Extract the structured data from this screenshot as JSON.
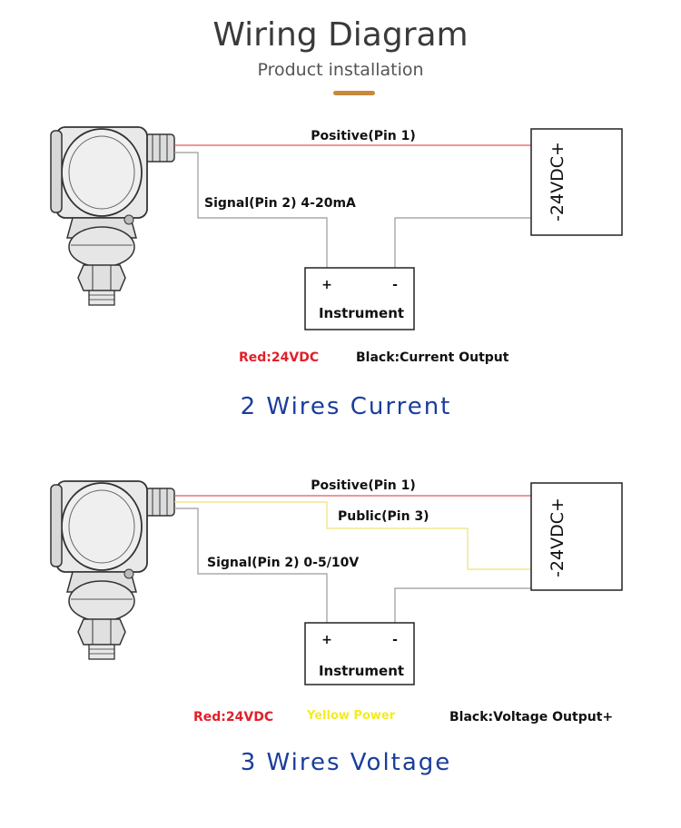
{
  "header": {
    "title": "Wiring Diagram",
    "subtitle": "Product installation",
    "accent_color": "#c8893a"
  },
  "colors": {
    "red_wire": "#e45757",
    "yellow_wire": "#f1e07a",
    "gray_wire": "#9a9a9a",
    "red_text": "#e0202a",
    "yellow_text": "#f4ec20",
    "blue_text": "#1a3d9c"
  },
  "diagram1": {
    "positive_label": "Positive(Pin 1)",
    "signal_label": "Signal(Pin 2) 4-20mA",
    "supply_label": "-24VDC+",
    "instrument_plus": "+",
    "instrument_minus": "-",
    "instrument_label": "Instrument",
    "legend_red": "Red:24VDC",
    "legend_black": "Black:Current Output",
    "section_title": "2 Wires Current"
  },
  "diagram2": {
    "positive_label": "Positive(Pin 1)",
    "public_label": "Public(Pin 3)",
    "signal_label": "Signal(Pin 2) 0-5/10V",
    "supply_label": "-24VDC+",
    "instrument_plus": "+",
    "instrument_minus": "-",
    "instrument_label": "Instrument",
    "legend_red": "Red:24VDC",
    "legend_yellow": "Yellow  Power",
    "legend_black": "Black:Voltage Output+",
    "section_title": "3 Wires Voltage"
  }
}
